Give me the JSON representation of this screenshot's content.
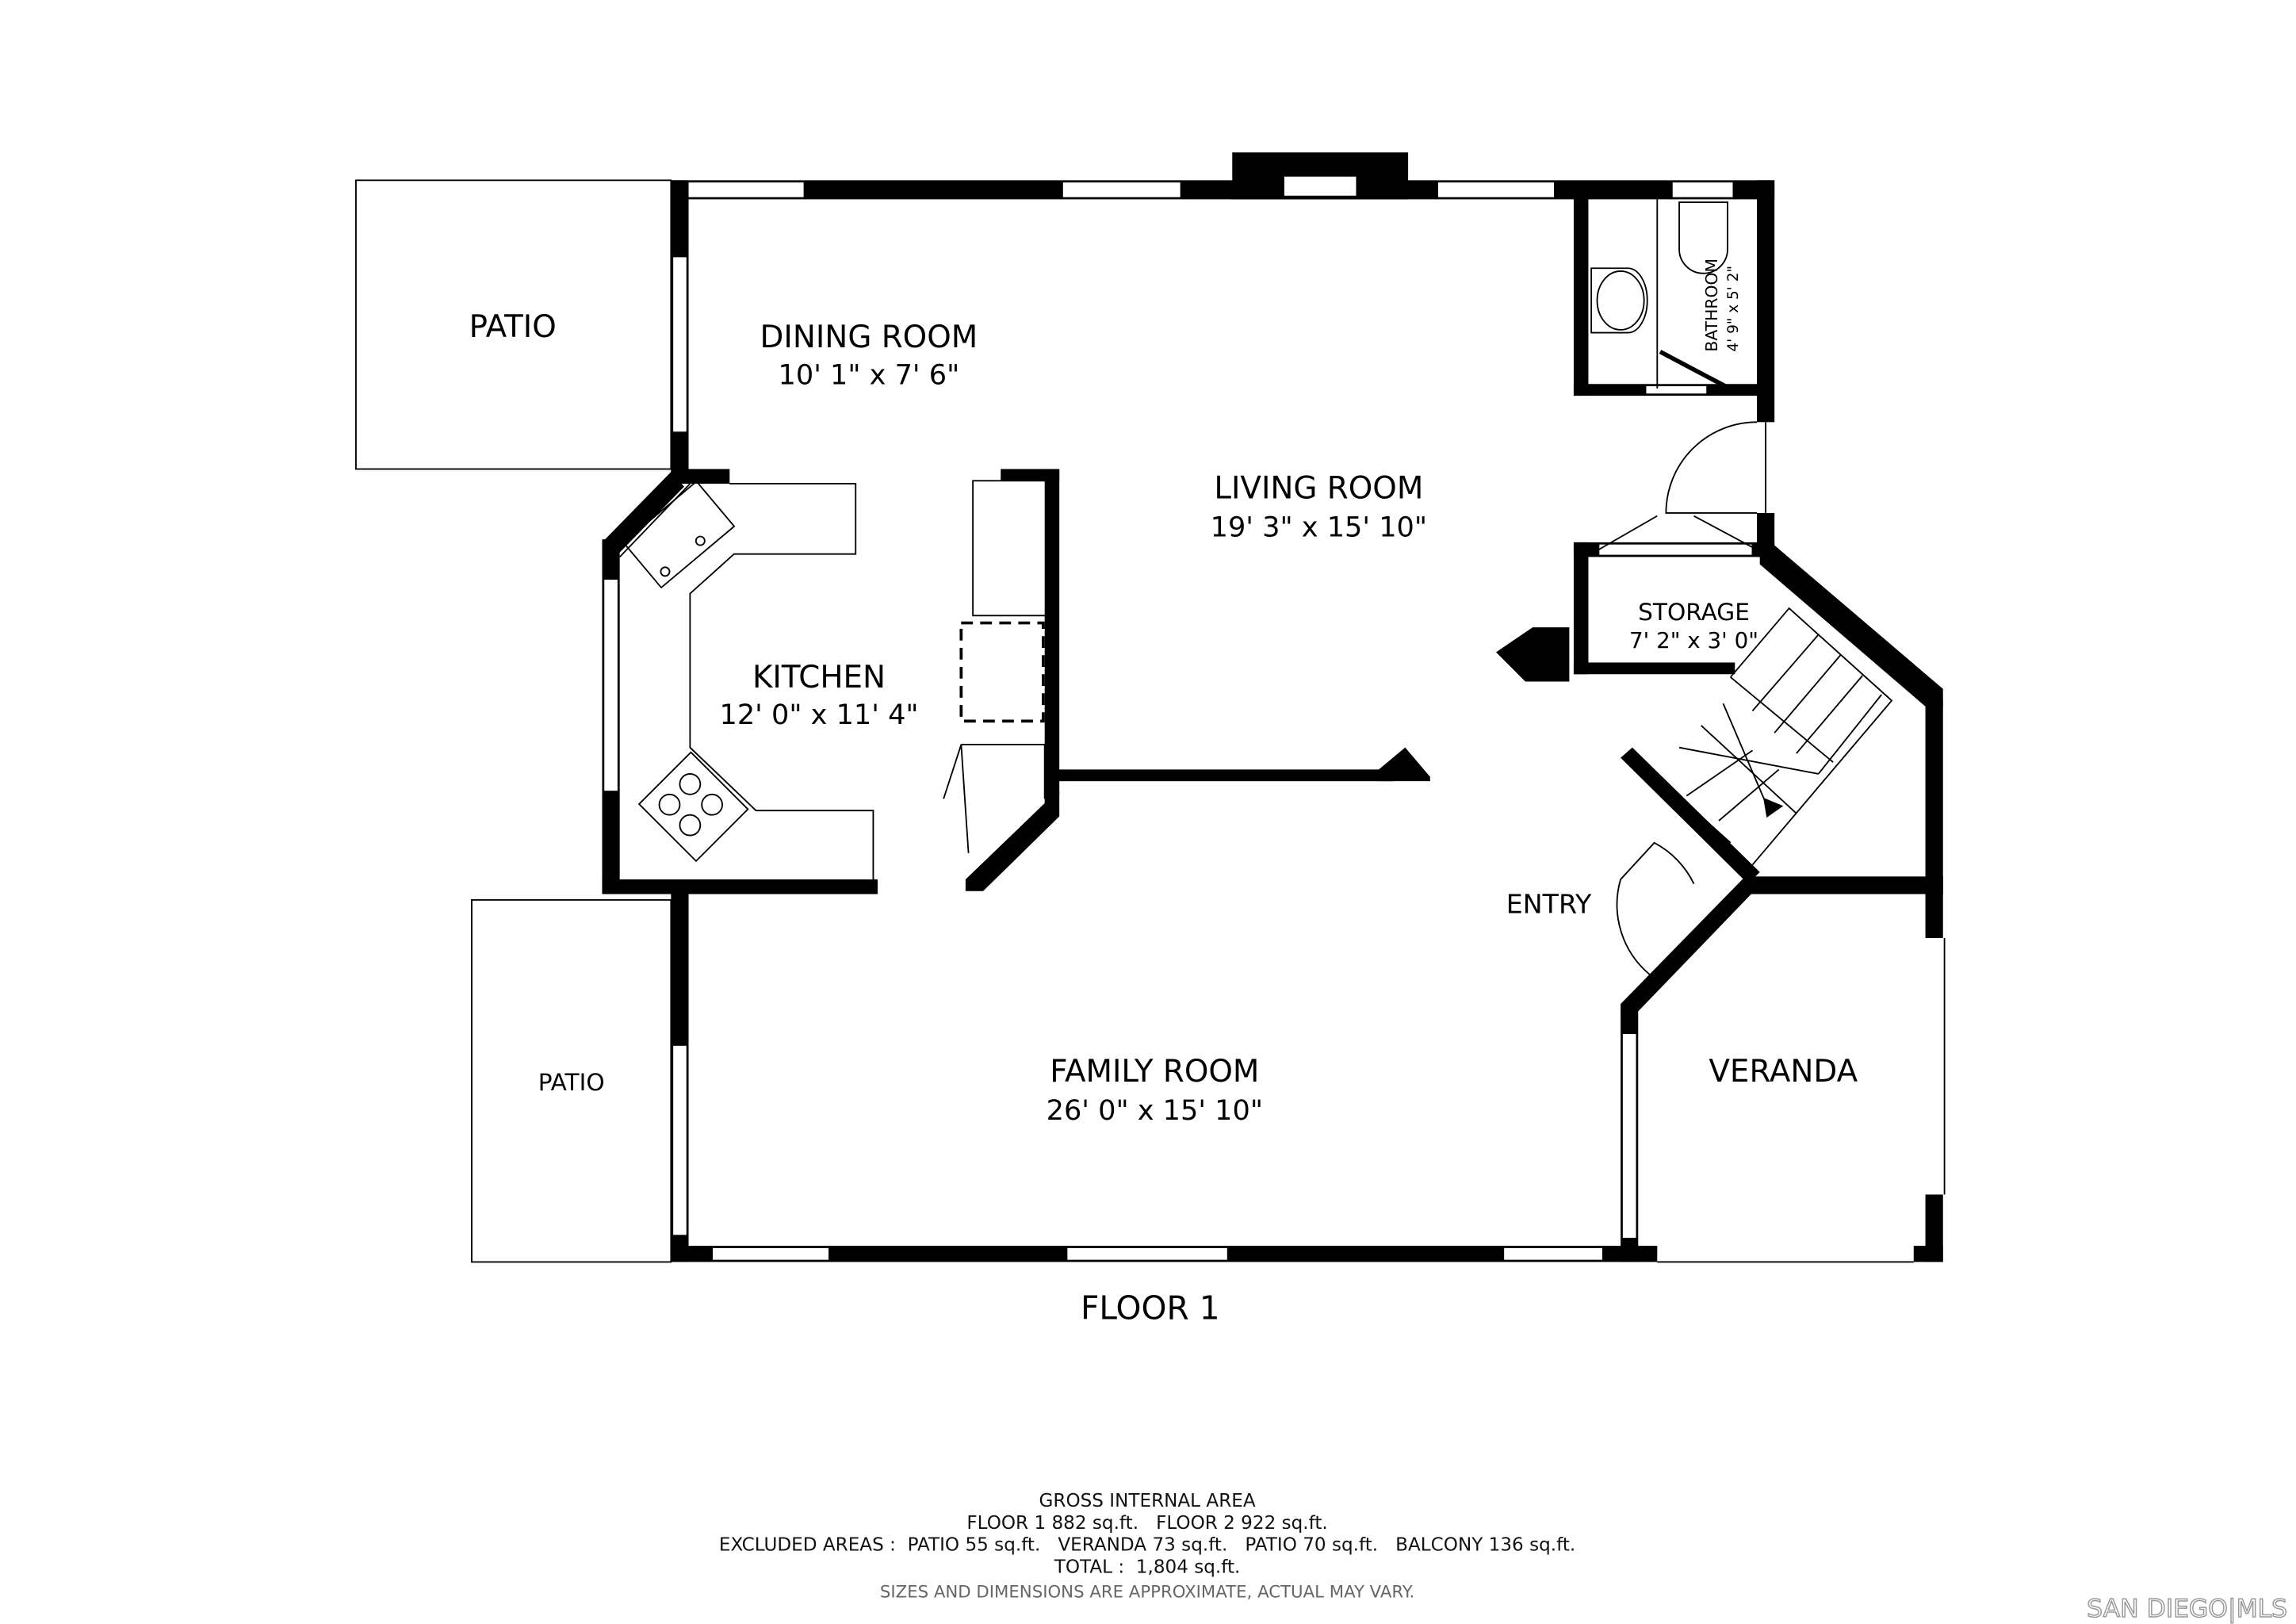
{
  "floor_title": "FLOOR 1",
  "rooms": {
    "patio_top": {
      "name": "PATIO"
    },
    "dining": {
      "name": "DINING ROOM",
      "dims": "10' 1\" x 7' 6\""
    },
    "living": {
      "name": "LIVING ROOM",
      "dims": "19' 3\" x 15' 10\""
    },
    "bathroom": {
      "name": "BATHROOM",
      "dims": "4' 9\" x 5' 2\""
    },
    "storage": {
      "name": "STORAGE",
      "dims": "7' 2\" x 3' 0\""
    },
    "kitchen": {
      "name": "KITCHEN",
      "dims": "12' 0\" x 11' 4\""
    },
    "entry": {
      "name": "ENTRY"
    },
    "family": {
      "name": "FAMILY ROOM",
      "dims": "26' 0\" x 15' 10\""
    },
    "patio_bottom": {
      "name": "PATIO"
    },
    "veranda": {
      "name": "VERANDA"
    }
  },
  "area_summary": {
    "heading": "GROSS INTERNAL AREA",
    "floors": "FLOOR 1 882 sq.ft.   FLOOR 2 922 sq.ft.",
    "excluded": "EXCLUDED AREAS :  PATIO 55 sq.ft.   VERANDA 73 sq.ft.   PATIO 70 sq.ft.   BALCONY 136 sq.ft.",
    "total": "TOTAL :  1,804 sq.ft.",
    "disclaimer": "SIZES AND DIMENSIONS ARE APPROXIMATE, ACTUAL MAY VARY."
  },
  "watermark": "SAN DIEGO|MLS"
}
